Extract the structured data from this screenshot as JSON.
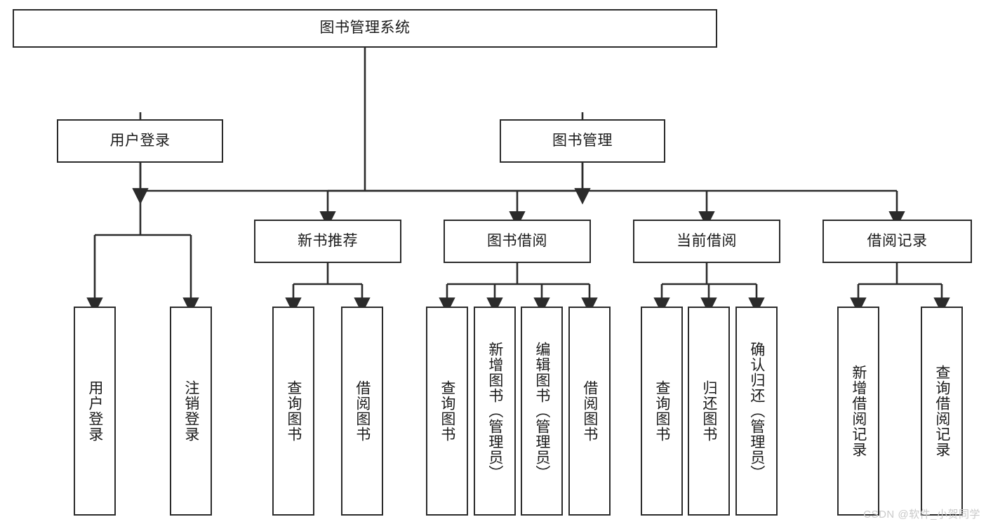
{
  "diagram": {
    "title": "图书管理系统",
    "type": "tree-hierarchy-diagram",
    "colors": {
      "stroke": "#2b2b2b",
      "fill": "#ffffff",
      "text": "#1a1a1a",
      "watermark": "#c9c9c9"
    },
    "root": {
      "label": "图书管理系统"
    },
    "level1": [
      {
        "label": "用户登录"
      },
      {
        "label": "图书管理"
      }
    ],
    "level2": [
      {
        "label": "新书推荐"
      },
      {
        "label": "图书借阅"
      },
      {
        "label": "当前借阅"
      },
      {
        "label": "借阅记录"
      }
    ],
    "leaves": {
      "user_login": [
        {
          "label": "用户登录"
        },
        {
          "label": "注销登录"
        }
      ],
      "new_book_recommend": [
        {
          "label": "查询图书"
        },
        {
          "label": "借阅图书"
        }
      ],
      "book_borrow": [
        {
          "label": "查询图书"
        },
        {
          "label": "新增图书（管理员）"
        },
        {
          "label": "编辑图书（管理员）"
        },
        {
          "label": "借阅图书"
        }
      ],
      "current_borrow": [
        {
          "label": "查询图书"
        },
        {
          "label": "归还图书"
        },
        {
          "label": "确认归还（管理员）"
        }
      ],
      "borrow_record": [
        {
          "label": "新增借阅记录"
        },
        {
          "label": "查询借阅记录"
        }
      ]
    }
  },
  "watermark": {
    "text": "CSDN @软件_小贺同学"
  }
}
